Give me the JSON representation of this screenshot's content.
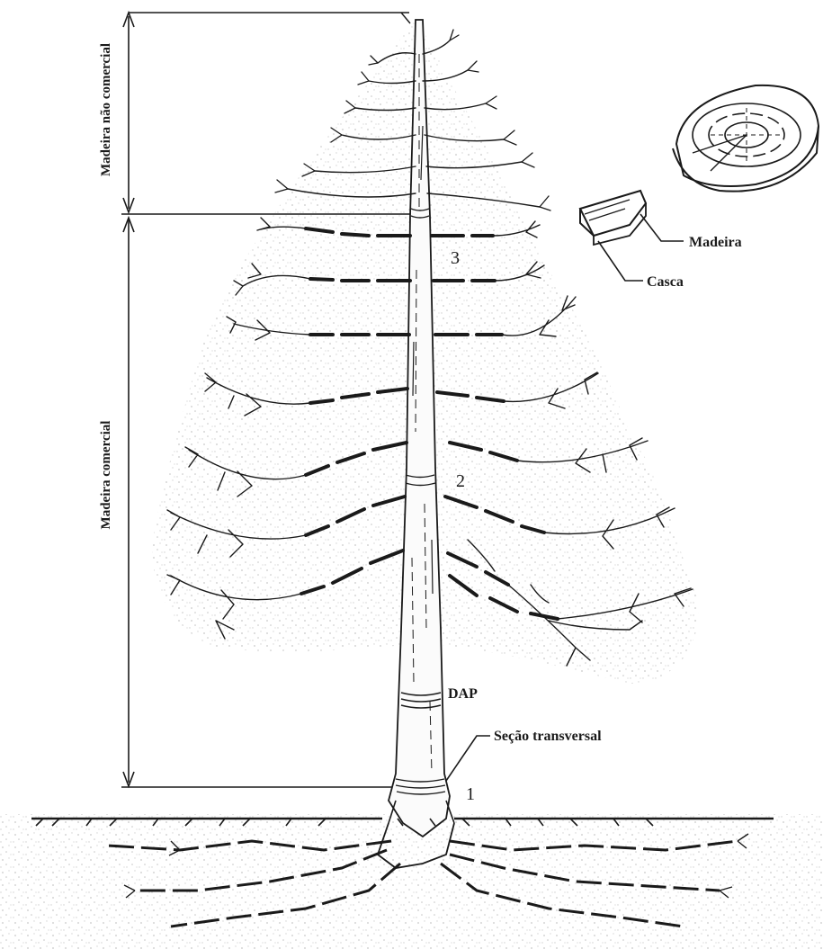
{
  "labels": {
    "non_commercial_wood": "Madeira não comercial",
    "commercial_wood": "Madeira comercial",
    "wood": "Madeira",
    "bark": "Casca",
    "dbh": "DAP",
    "cross_section": "Seção transversal"
  },
  "sections": {
    "one": "1",
    "two": "2",
    "three": "3"
  },
  "colors": {
    "ink": "#1a1a1a",
    "speckle": "#c9c9c9",
    "background": "#ffffff"
  }
}
